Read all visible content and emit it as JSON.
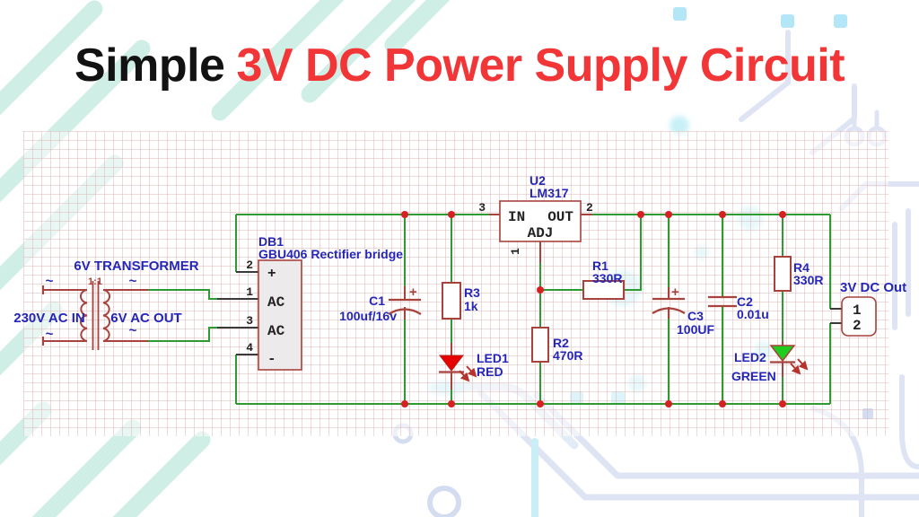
{
  "title": {
    "prefix": "Simple",
    "highlight": "3V DC Power Supply Circuit"
  },
  "schematic": {
    "transformer": {
      "name": "6V TRANSFORMER",
      "ratio": "1:1",
      "primary": "230V AC IN",
      "secondary": "6V AC OUT",
      "ac_symbol": "~"
    },
    "bridge": {
      "ref": "DB1",
      "desc": "GBU406 Rectifier bridge",
      "pin2_num": "2",
      "pin1_num": "1",
      "pin3_num": "3",
      "pin4_num": "4",
      "pin_plus": "+",
      "pin_ac1": "AC",
      "pin_ac2": "AC",
      "pin_minus": "-"
    },
    "regulator": {
      "ref": "U2",
      "part": "LM317",
      "in_label": "IN",
      "out_label": "OUT",
      "adj_label": "ADJ",
      "in_num": "3",
      "out_num": "2",
      "adj_num": "1"
    },
    "c1": {
      "ref": "C1",
      "value": "100uf/16v",
      "polarity": "+"
    },
    "r3": {
      "ref": "R3",
      "value": "1k"
    },
    "led1": {
      "ref": "LED1",
      "note": "RED"
    },
    "r1": {
      "ref": "R1",
      "value": "330R"
    },
    "r2": {
      "ref": "R2",
      "value": "470R"
    },
    "c3": {
      "ref": "C3",
      "value": "100UF",
      "polarity": "+"
    },
    "c2": {
      "ref": "C2",
      "value": "0.01u"
    },
    "r4": {
      "ref": "R4",
      "value": "330R"
    },
    "led2": {
      "ref": "LED2",
      "note": "GREEN"
    },
    "output": {
      "label": "3V DC Out",
      "pin1": "1",
      "pin2": "2"
    }
  },
  "colors": {
    "title_black": "#121212",
    "title_red": "#f23537",
    "label_blue": "#2526b6",
    "wire_green": "#2e9b32",
    "symbol_red": "#a8423c",
    "junction_red": "#d62021",
    "led1_fill": "#e60000",
    "led2_fill": "#1fcd1f",
    "stripe_mint": "#cfeee6",
    "trace_blue": "#dfe4f4",
    "pad_cyan": "#b3e7f7"
  }
}
